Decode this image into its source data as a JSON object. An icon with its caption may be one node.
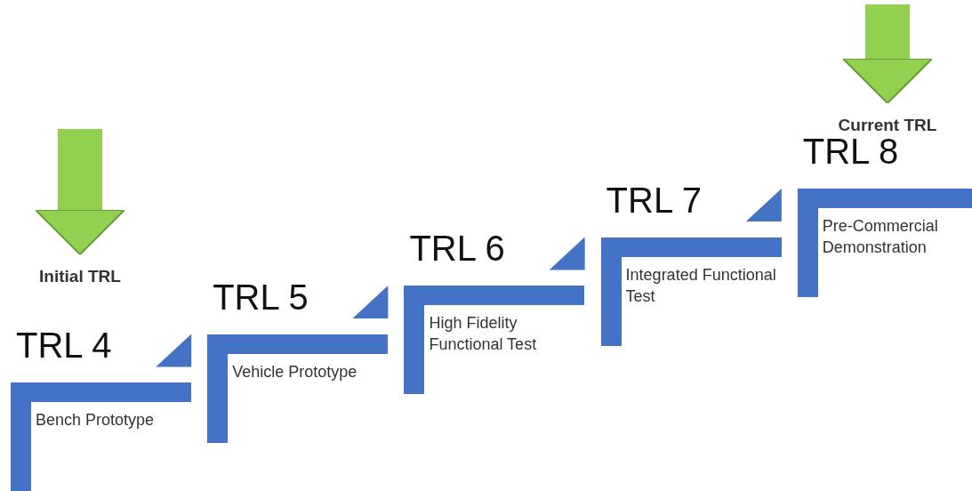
{
  "diagram": {
    "nodes": [
      {
        "text": [
          "TRL 4",
          "Bench Prototype"
        ]
      },
      {
        "text": [
          "TRL 5",
          "Vehicle Prototype"
        ]
      },
      {
        "text": [
          "TRL 6",
          "High Fidelity Functional Test"
        ]
      },
      {
        "text": [
          "TRL 7",
          "Integrated Functional Test"
        ]
      },
      {
        "text": [
          "TRL 8",
          "Pre-Commercial Demonstration"
        ]
      },
      {
        "text": [
          "Initial TRL"
        ]
      },
      {
        "text": [
          "Current TRL"
        ]
      }
    ],
    "edges": [
      {
        "from": null,
        "to": 5,
        "arrow": "to"
      },
      {
        "from": null,
        "to": 6,
        "arrow": "to"
      }
    ]
  }
}
